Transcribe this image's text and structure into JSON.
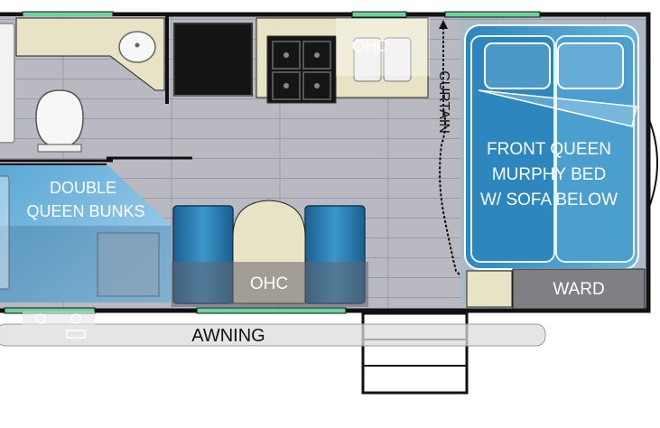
{
  "labels": {
    "ohc_kitchen": "OHC",
    "curtain": "CURTAIN",
    "bed_line1": "FRONT QUEEN",
    "bed_line2": "MURPHY BED",
    "bed_line3": "W/ SOFA BELOW",
    "bunks_line1": "DOUBLE",
    "bunks_line2": "QUEEN BUNKS",
    "ohc_dinette": "OHC",
    "ward": "WARD",
    "awning": "AWNING"
  },
  "colors": {
    "wall": "#111111",
    "floor": "#b9b9c2",
    "floor_line": "#8d8d98",
    "counter": "#e9e3c6",
    "blue_dark": "#1f6fa3",
    "blue_mid": "#3a93c7",
    "blue_light": "#8fc3e3",
    "overhead": "rgba(110,110,120,0.55)",
    "window": "#6fd1a0"
  }
}
